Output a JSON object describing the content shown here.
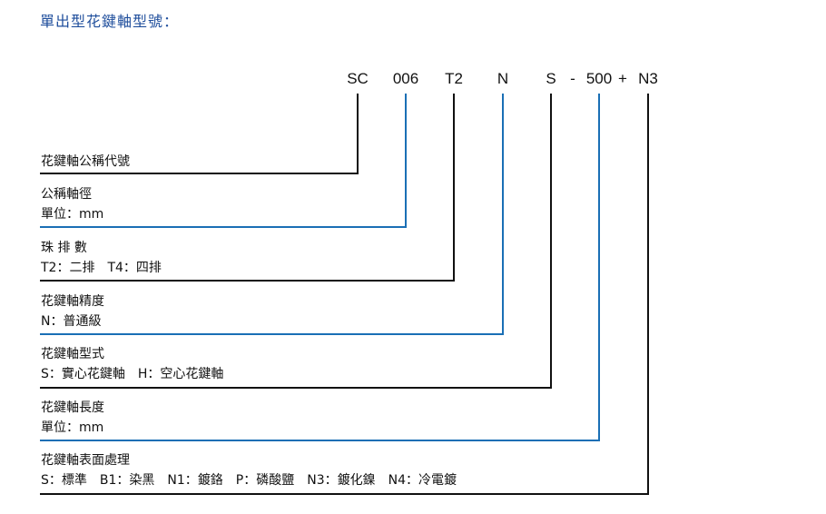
{
  "title": "單出型花鍵軸型號：",
  "code": {
    "parts": [
      "SC",
      "006",
      "T2",
      "N",
      "S",
      "500",
      "N3"
    ],
    "separators": [
      "-",
      "+"
    ]
  },
  "rows": [
    {
      "line1": "花鍵軸公稱代號",
      "line2": ""
    },
    {
      "line1": "公稱軸徑",
      "line2": "單位：mm"
    },
    {
      "line1": "珠 排 數",
      "line2": "T2：二排　T4：四排"
    },
    {
      "line1": "花鍵軸精度",
      "line2": "N：普通級"
    },
    {
      "line1": "花鍵軸型式",
      "line2": "S：實心花鍵軸　H：空心花鍵軸"
    },
    {
      "line1": "花鍵軸長度",
      "line2": "單位：mm"
    },
    {
      "line1": "花鍵軸表面處理",
      "line2": "S：標準　B1：染黑　N1：鍍鉻　P：磷酸鹽　N3：鍍化鎳　N4：冷電鍍"
    }
  ],
  "colors": {
    "black": "#111111",
    "blue": "#1a6fb5",
    "title": "#1f4e9c"
  }
}
